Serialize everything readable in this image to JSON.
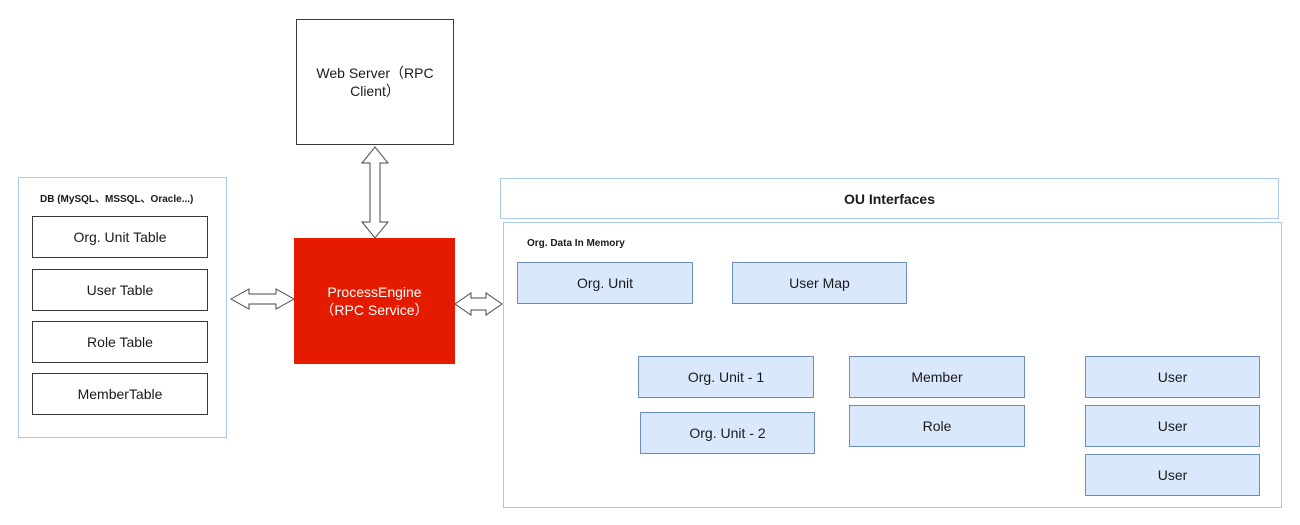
{
  "web_server": {
    "label": "Web Server（RPC Client）"
  },
  "engine": {
    "label_line1": "ProcessEngine",
    "label_line2": "（RPC Service）"
  },
  "db": {
    "title": "DB (MySQL、MSSQL、Oracle...)",
    "tables": [
      "Org. Unit Table",
      "User Table",
      "Role Table",
      "MemberTable"
    ]
  },
  "ou_interfaces": {
    "label": "OU Interfaces"
  },
  "memory": {
    "title": "Org. Data In Memory",
    "org_unit": "Org. Unit",
    "user_map": "User Map",
    "org_unit_1": "Org. Unit - 1",
    "org_unit_2": "Org. Unit - 2",
    "member": "Member",
    "role": "Role",
    "users": [
      "User",
      "User",
      "User"
    ]
  },
  "colors": {
    "engine_fill": "#e51b00",
    "node_fill": "#dae8fc",
    "node_border": "#6c8ebf",
    "container_border": "#a9c8ec"
  }
}
